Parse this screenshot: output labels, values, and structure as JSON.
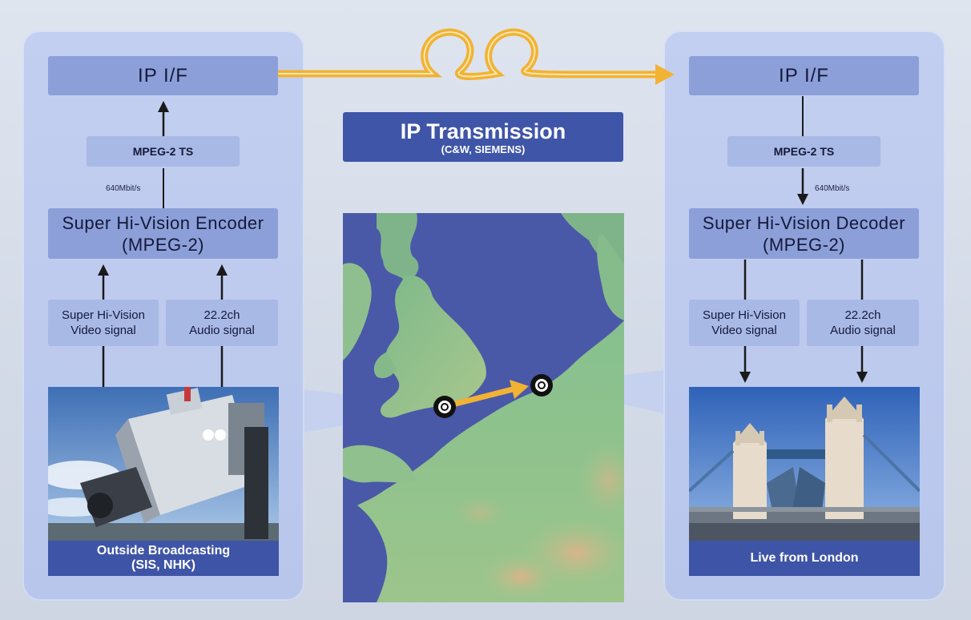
{
  "center": {
    "title": "IP Transmission",
    "subtitle": "(C&W, SIEMENS)"
  },
  "sender": {
    "ip_if": "IP I/F",
    "ts": "MPEG-2 TS",
    "rate": "640Mbit/s",
    "codec_line1": "Super Hi-Vision Encoder",
    "codec_line2": "(MPEG-2)",
    "video_line1": "Super Hi-Vision",
    "video_line2": "Video signal",
    "audio_line1": "22.2ch",
    "audio_line2": "Audio signal",
    "caption_line1": "Outside Broadcasting",
    "caption_line2": "(SIS, NHK)"
  },
  "receiver": {
    "ip_if": "IP I/F",
    "ts": "MPEG-2 TS",
    "rate": "640Mbit/s",
    "codec_line1": "Super Hi-Vision Decoder",
    "codec_line2": "(MPEG-2)",
    "video_line1": "Super Hi-Vision",
    "video_line2": "Video signal",
    "audio_line1": "22.2ch",
    "audio_line2": "Audio signal",
    "caption_line1": "Live from London"
  },
  "colors": {
    "panel": "#bccaee",
    "box_dark": "#8c9fd8",
    "box_light": "#a9b9e6",
    "caption": "#3e54a6",
    "fiber": "#f2b233",
    "sea": "#4a58a8",
    "land": "#7fb98a"
  }
}
